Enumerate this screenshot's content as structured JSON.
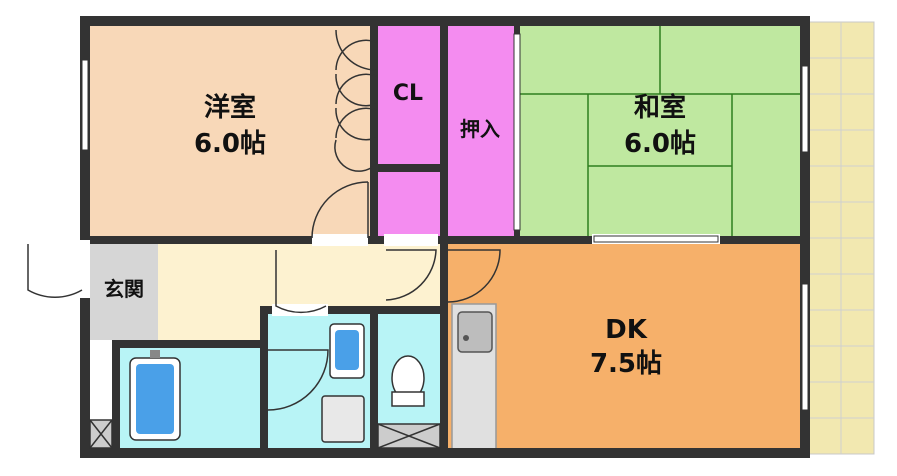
{
  "rooms": {
    "western": {
      "name": "洋室",
      "size": "6.0帖"
    },
    "closet": {
      "name": "CL"
    },
    "oshiire": {
      "name": "押入"
    },
    "japanese": {
      "name": "和室",
      "size": "6.0帖"
    },
    "entrance": {
      "name": "玄関"
    },
    "dk": {
      "name": "DK",
      "size": "7.5帖"
    }
  },
  "colors": {
    "western_room": "#f8d8b8",
    "closet": "#f48cf0",
    "japanese_room": "#bfe8a0",
    "tatami_line": "#2f7f1f",
    "dk": "#f6b06a",
    "hall": "#fdf2d0",
    "entrance": "#d6d6d6",
    "wet_area": "#b8f4f6",
    "fixture": "#4aa0e8",
    "balcony": "#f2e8b0",
    "wall": "#333333",
    "kitchen": "#e0e0e0"
  }
}
